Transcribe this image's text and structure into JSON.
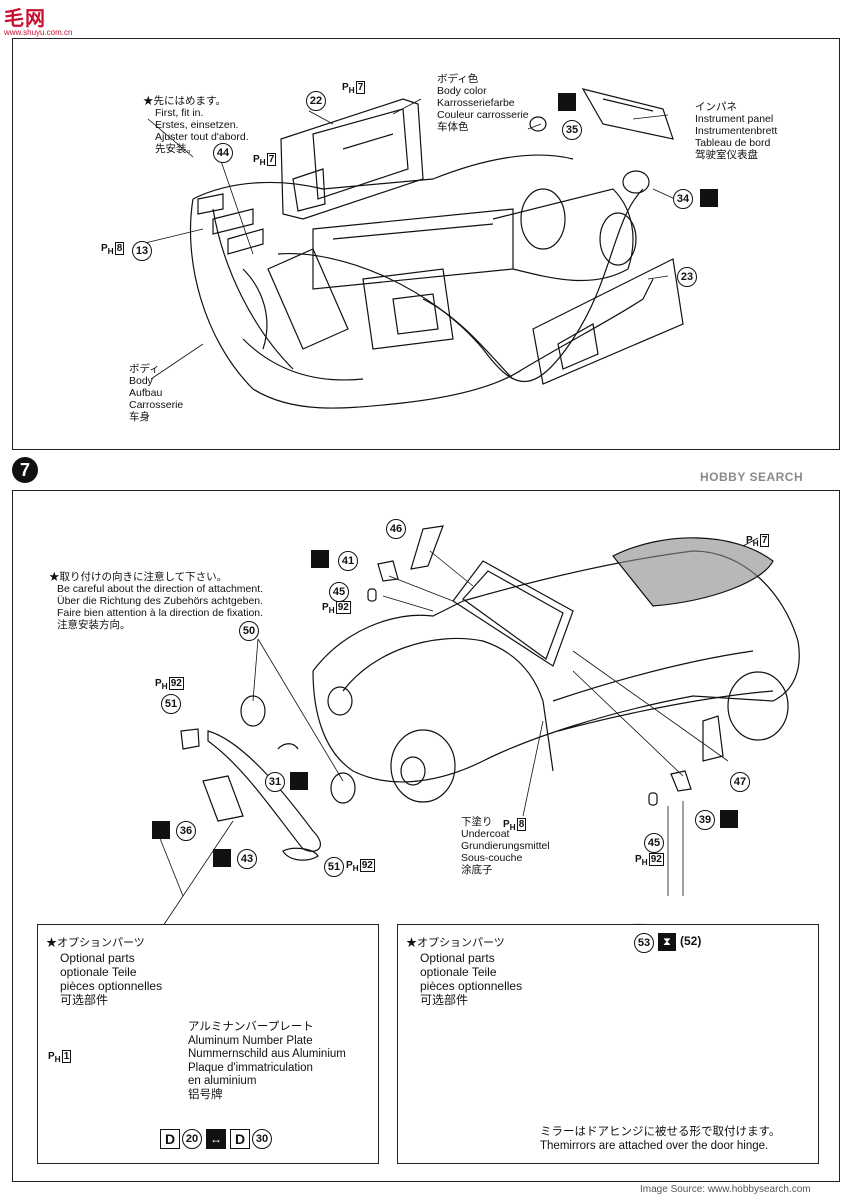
{
  "header": {
    "logo_chars": "毛网",
    "logo_url": "www.shuyu.com.cn"
  },
  "top": {
    "note": [
      "★先にはめます。",
      "First, fit in.",
      "Erstes, einsetzen.",
      "Ajuster tout d'abord.",
      "先安装。"
    ],
    "body_color": [
      "ボディ色",
      "Body color",
      "Karrosseriefarbe",
      "Couleur carrosserie",
      "车体色"
    ],
    "instrument": [
      "インパネ",
      "Instrument panel",
      "Instrumentenbrett",
      "Tableau de bord",
      "驾驶室仪表盘"
    ],
    "body": [
      "ボディ",
      "Body",
      "Aufbau",
      "Carrosserie",
      "车身"
    ],
    "parts": [
      "22",
      "44",
      "13",
      "35",
      "34",
      "23"
    ],
    "ph_labels": [
      "7",
      "7",
      "8"
    ]
  },
  "step7": {
    "step_number": "7",
    "note": [
      "★取り付けの向きに注意して下さい。",
      "Be careful about the direction of attachment.",
      "Über die Richtung des Zubehörs achtgeben.",
      "Faire bien attention à la direction de fixation.",
      "注意安装方向。"
    ],
    "undercoat": [
      "下塗り",
      "Undercoat",
      "Grundierungsmittel",
      "Sous-couche",
      "涂底子"
    ],
    "parts": [
      "46",
      "41",
      "45",
      "50",
      "51",
      "31",
      "36",
      "43",
      "51",
      "47",
      "39",
      "45"
    ],
    "ph_labels": [
      "7",
      "92",
      "92",
      "92",
      "8",
      "92"
    ],
    "option_left": {
      "title": "★オプションパーツ",
      "lines": [
        "Optional parts",
        "optionale Teile",
        "pièces optionnelles",
        "可选部件"
      ],
      "plate": [
        "アルミナンバープレート",
        "Aluminum Number Plate",
        "Nummernschild aus Aluminium",
        "Plaque d'immatriculation",
        "en aluminium",
        "铝号牌"
      ],
      "ph": "1",
      "d_parts": [
        "D",
        "20",
        "D",
        "30"
      ]
    },
    "option_right": {
      "title": "★オプションパーツ",
      "lines": [
        "Optional parts",
        "optionale Teile",
        "pièces optionnelles",
        "可选部件"
      ],
      "parts": [
        "53",
        "(52)"
      ],
      "footer": [
        "ミラーはドアヒンジに被せる形で取付けます。",
        "Themirrors are attached over the door hinge."
      ]
    }
  },
  "watermark": {
    "top": "HOBBY SEARCH",
    "bottom": "Image Source: www.hobbysearch.com"
  }
}
